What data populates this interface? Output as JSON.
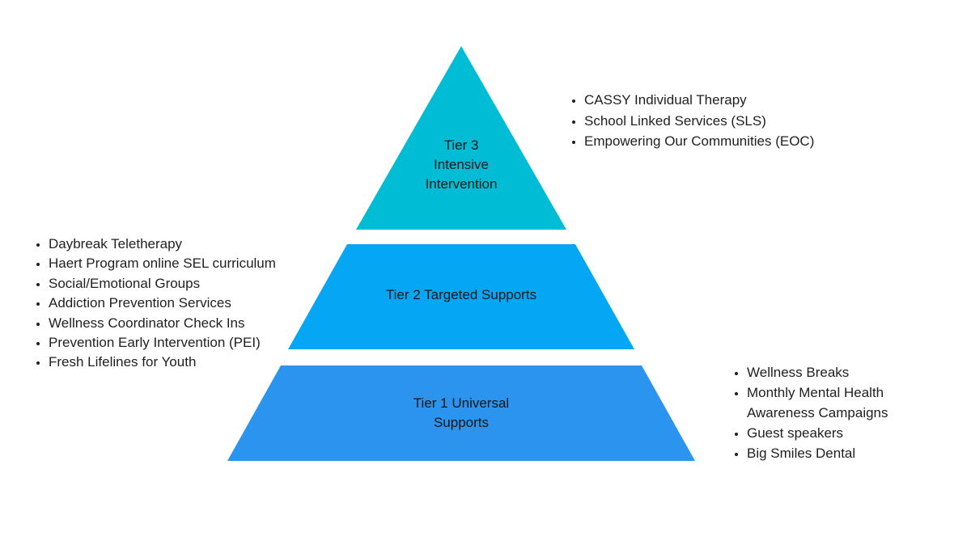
{
  "diagram": {
    "title": "Tiered supports pyramid",
    "background_color": "#ffffff",
    "text_color": "#1f1f1f",
    "tiers": [
      {
        "id": "tier-3",
        "label": "Tier 3\nIntensive\nIntervention",
        "shape": "triangle",
        "color": "#00bcd4"
      },
      {
        "id": "tier-2",
        "label": "Tier 2 Targeted Supports",
        "shape": "trapezoid",
        "color": "#05a6f4"
      },
      {
        "id": "tier-1",
        "label": "Tier 1 Universal\nSupports",
        "shape": "trapezoid",
        "color": "#2b94ee"
      }
    ],
    "lists": {
      "tier3_services": {
        "position": "top-right",
        "items": [
          "CASSY Individual Therapy",
          "School Linked Services (SLS)",
          "Empowering Our Communities (EOC)"
        ]
      },
      "tier2_services": {
        "position": "middle-left",
        "items": [
          "Daybreak Teletherapy",
          "Haert Program online SEL curriculum",
          "Social/Emotional Groups",
          "Addiction Prevention Services",
          "Wellness Coordinator Check Ins",
          "Prevention Early Intervention (PEI)",
          "Fresh Lifelines for Youth"
        ]
      },
      "tier1_services": {
        "position": "bottom-right",
        "items": [
          "Wellness Breaks",
          "Monthly Mental Health Awareness Campaigns",
          "Guest speakers",
          "Big Smiles Dental"
        ]
      }
    }
  }
}
